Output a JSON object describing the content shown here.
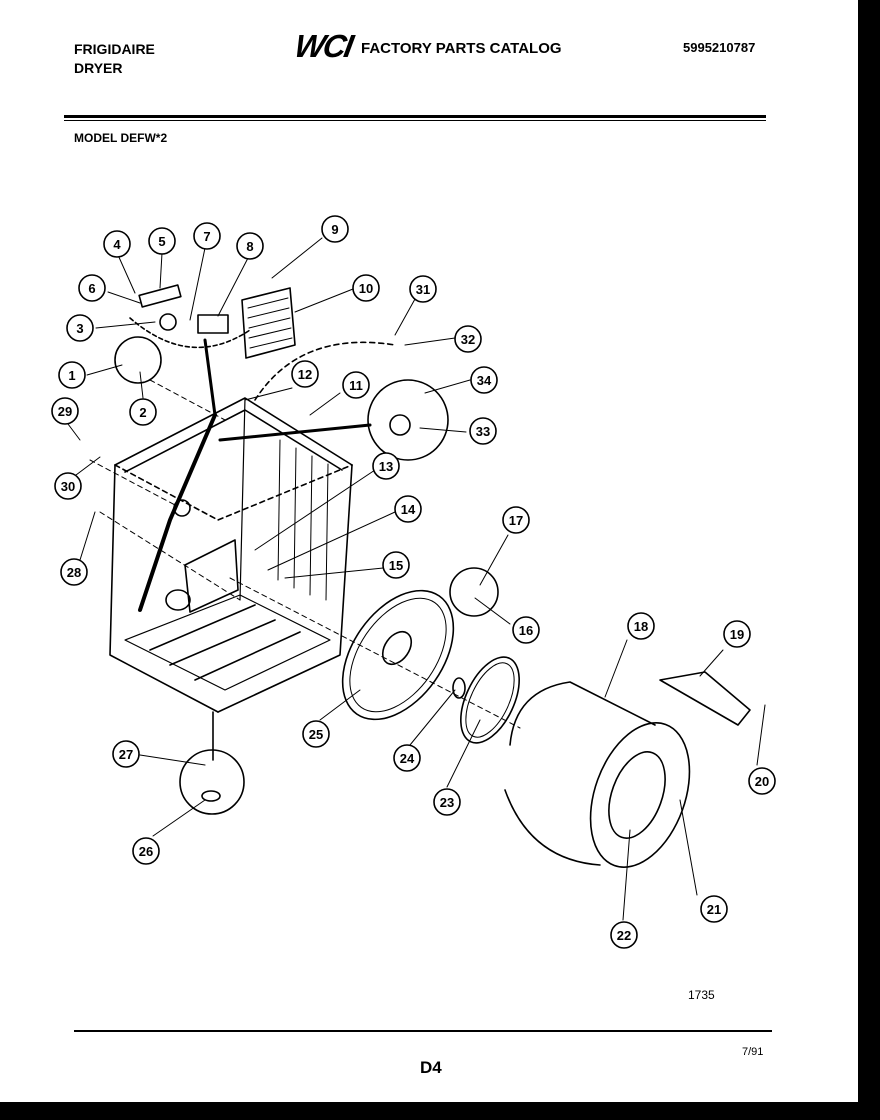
{
  "header": {
    "brand_line1": "FRIGIDAIRE",
    "brand_line2": "DRYER",
    "logo": "WCI",
    "catalog_title": "FACTORY PARTS CATALOG",
    "part_number": "5995210787"
  },
  "model": "MODEL DEFW*2",
  "diagram": {
    "callouts": [
      "1",
      "2",
      "3",
      "4",
      "5",
      "6",
      "7",
      "8",
      "9",
      "10",
      "11",
      "12",
      "13",
      "14",
      "15",
      "16",
      "17",
      "18",
      "19",
      "20",
      "21",
      "22",
      "23",
      "24",
      "25",
      "26",
      "27",
      "28",
      "29",
      "30",
      "31",
      "32",
      "33",
      "34"
    ],
    "diagram_number": "1735"
  },
  "footer": {
    "page_code": "D4",
    "date": "7/91"
  },
  "colors": {
    "paper": "#ffffff",
    "ink": "#000000",
    "border": "#000000"
  }
}
